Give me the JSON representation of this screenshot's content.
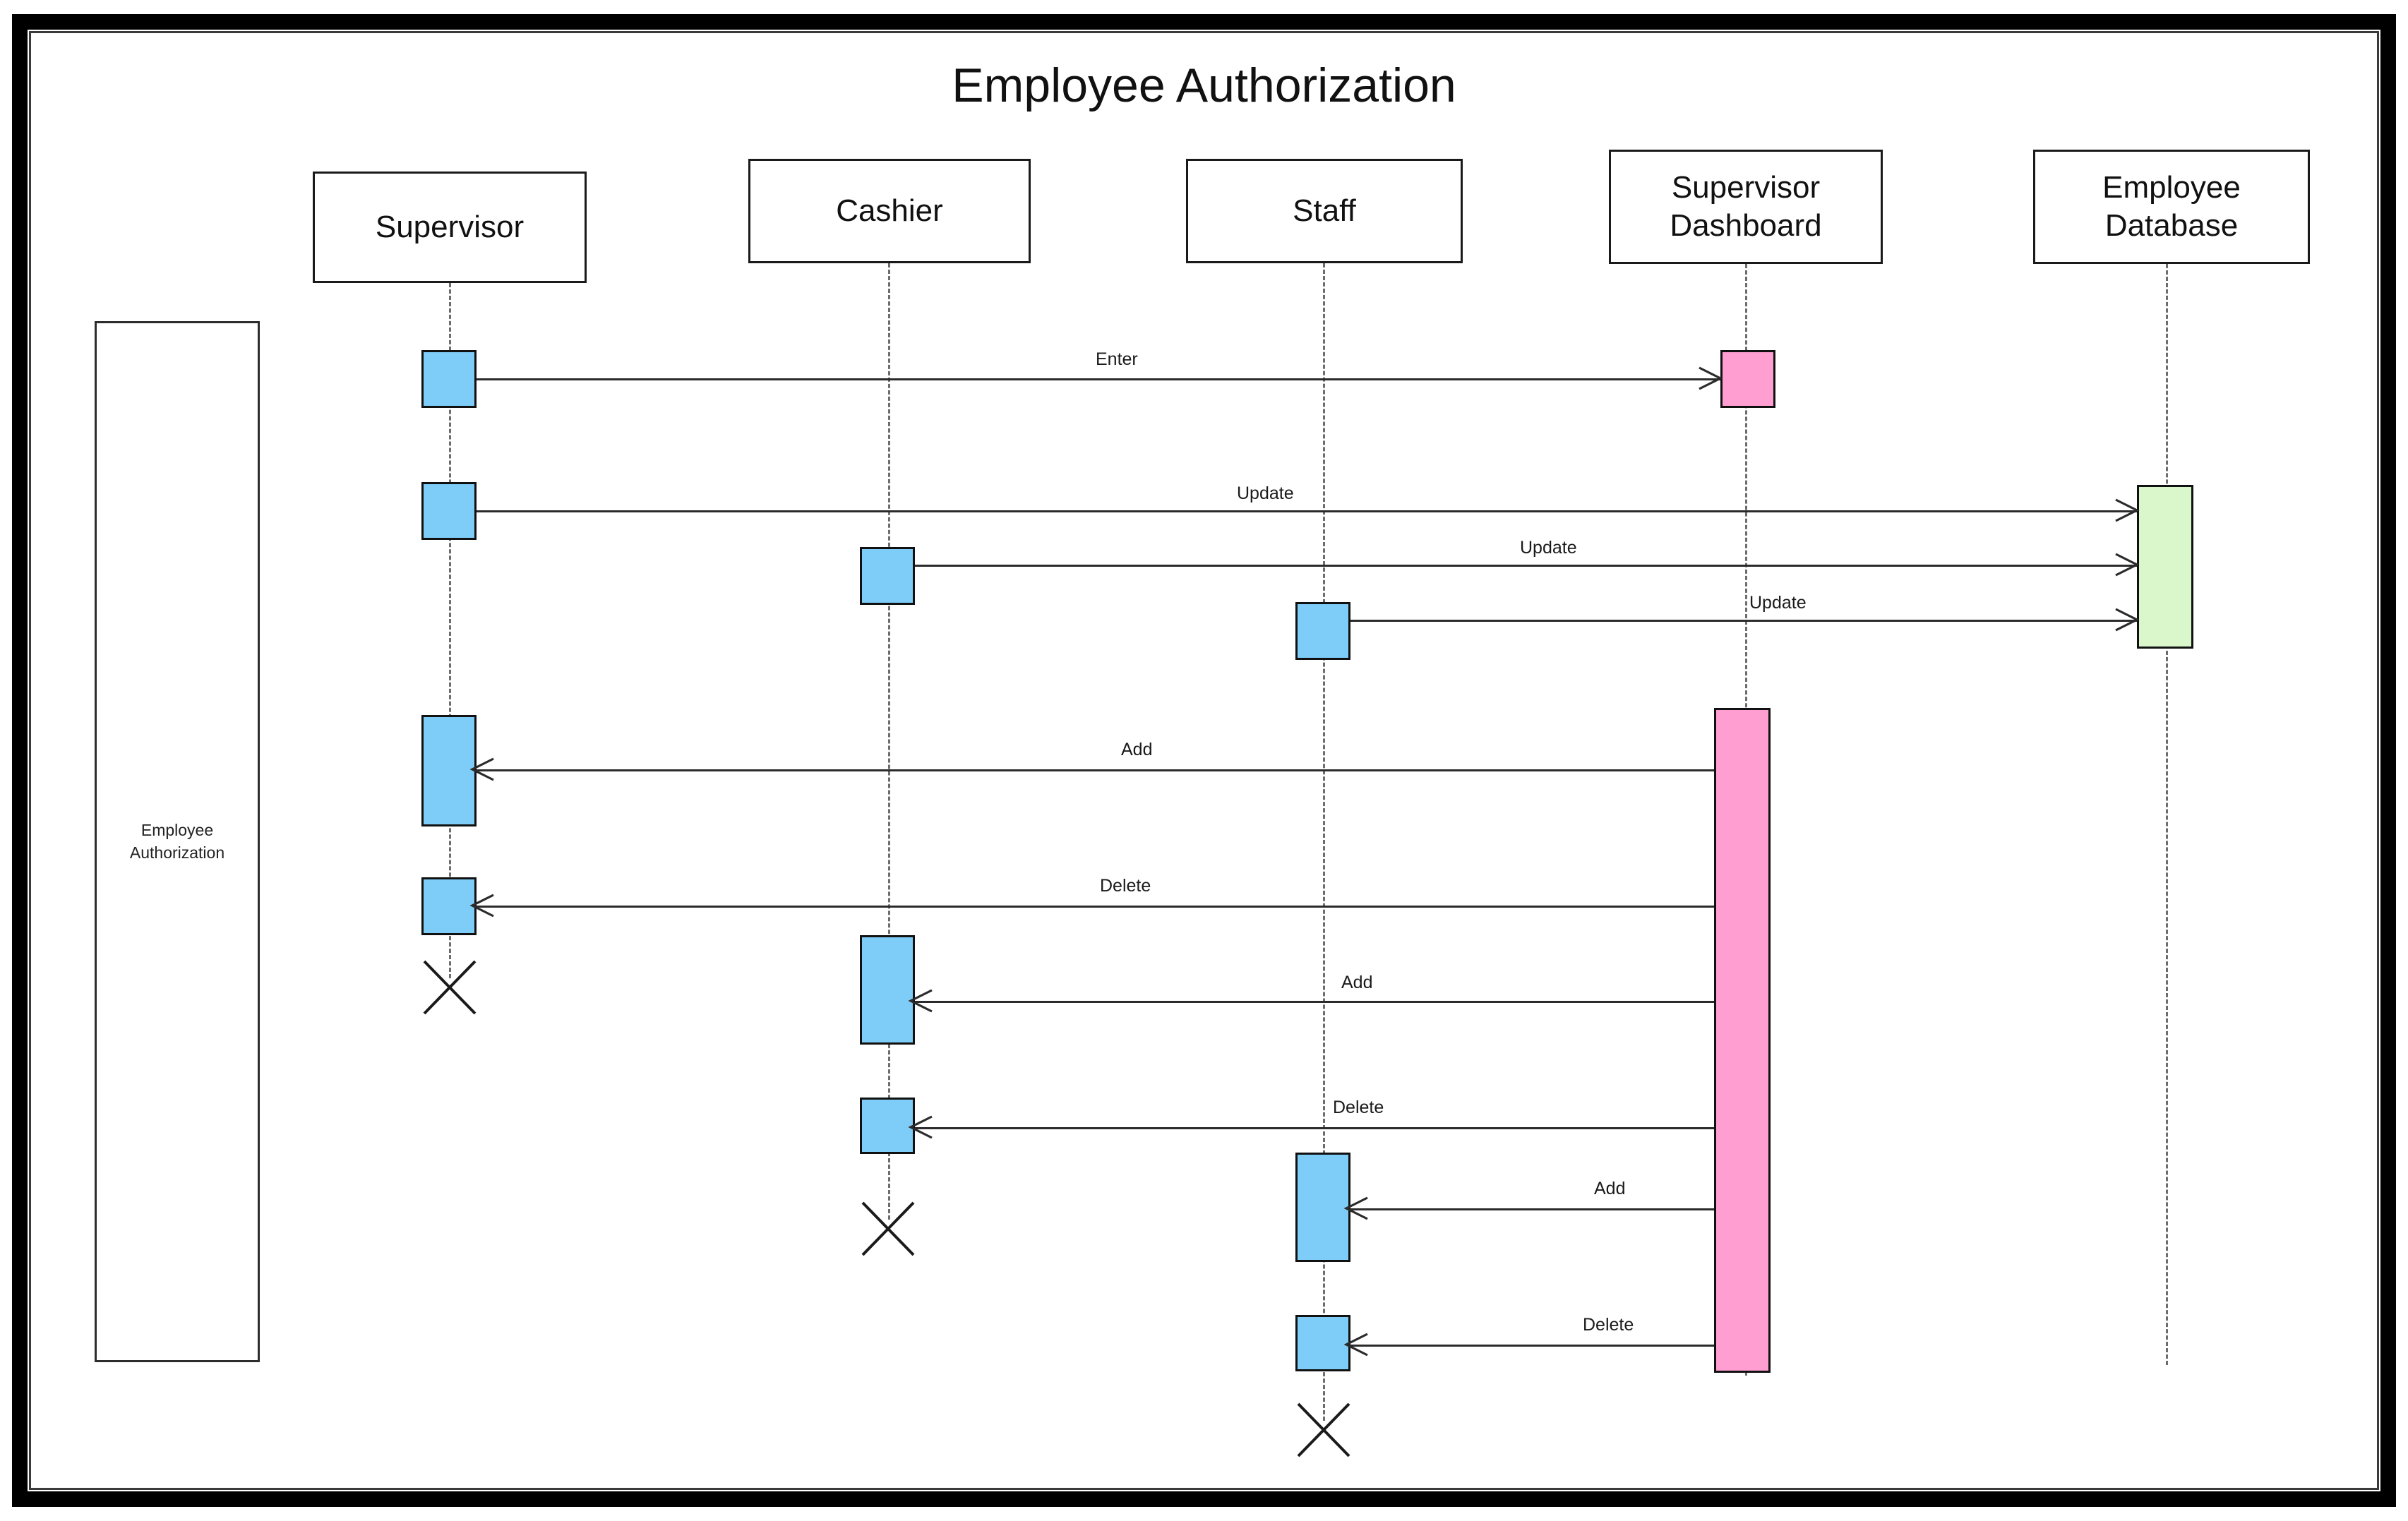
{
  "diagram": {
    "title": "Employee Authorization",
    "type": "uml-sequence-diagram",
    "colors": {
      "actor_activation": "#7ECCF8",
      "dashboard_activation": "#FF9ED1",
      "database_activation": "#DAF7CB",
      "frame": "#000000",
      "line": "#2b2b2b",
      "lifeline": "#6d6d6d"
    }
  },
  "fragment": {
    "label": "Employee\nAuthorization"
  },
  "participants": [
    {
      "id": "supervisor",
      "label": "Supervisor"
    },
    {
      "id": "cashier",
      "label": "Cashier"
    },
    {
      "id": "staff",
      "label": "Staff"
    },
    {
      "id": "supervisor_dashboard",
      "label": "Supervisor\nDashboard"
    },
    {
      "id": "employee_database",
      "label": "Employee\nDatabase"
    }
  ],
  "messages": [
    {
      "index": 0,
      "label": "Enter",
      "from": "supervisor",
      "to": "supervisor_dashboard",
      "direction": "right"
    },
    {
      "index": 1,
      "label": "Update",
      "from": "supervisor",
      "to": "employee_database",
      "direction": "right"
    },
    {
      "index": 2,
      "label": "Update",
      "from": "cashier",
      "to": "employee_database",
      "direction": "right"
    },
    {
      "index": 3,
      "label": "Update",
      "from": "staff",
      "to": "employee_database",
      "direction": "right"
    },
    {
      "index": 4,
      "label": "Add",
      "from": "supervisor_dashboard",
      "to": "supervisor",
      "direction": "left"
    },
    {
      "index": 5,
      "label": "Delete",
      "from": "supervisor_dashboard",
      "to": "supervisor",
      "direction": "left"
    },
    {
      "index": 6,
      "label": "Add",
      "from": "supervisor_dashboard",
      "to": "cashier",
      "direction": "left"
    },
    {
      "index": 7,
      "label": "Delete",
      "from": "supervisor_dashboard",
      "to": "cashier",
      "direction": "left"
    },
    {
      "index": 8,
      "label": "Add",
      "from": "supervisor_dashboard",
      "to": "staff",
      "direction": "left"
    },
    {
      "index": 9,
      "label": "Delete",
      "from": "supervisor_dashboard",
      "to": "staff",
      "direction": "left"
    }
  ],
  "destructions": [
    {
      "participant": "supervisor"
    },
    {
      "participant": "cashier"
    },
    {
      "participant": "staff"
    }
  ]
}
